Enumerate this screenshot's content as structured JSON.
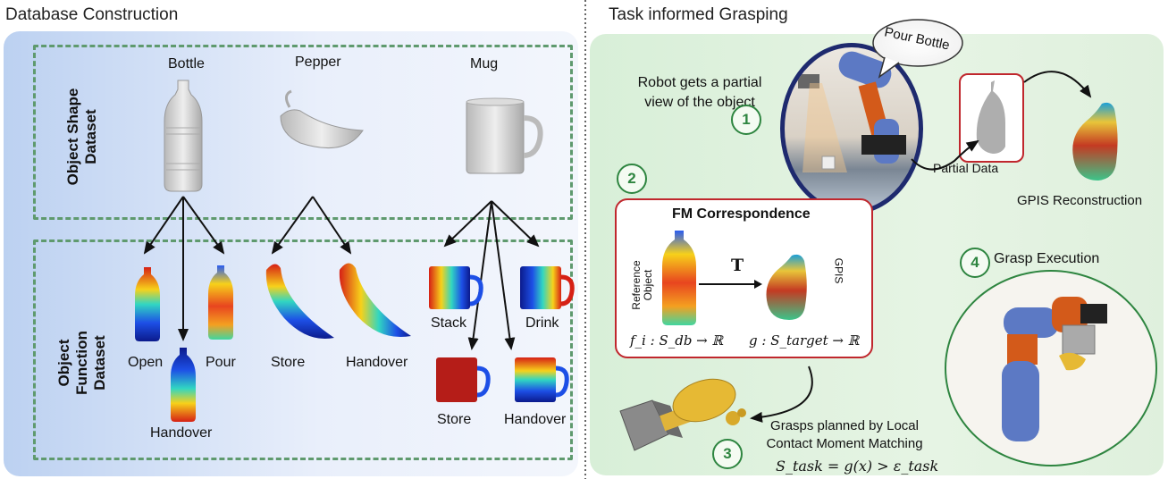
{
  "left": {
    "title": "Database Construction",
    "shape_dataset_label": "Object Shape Dataset",
    "function_dataset_label": "Object Function Dataset",
    "objects": {
      "bottle": "Bottle",
      "pepper": "Pepper",
      "mug": "Mug"
    },
    "functions": {
      "bottle_open": "Open",
      "bottle_pour": "Pour",
      "bottle_handover": "Handover",
      "pepper_store": "Store",
      "pepper_handover": "Handover",
      "mug_stack": "Stack",
      "mug_drink": "Drink",
      "mug_store": "Store",
      "mug_handover": "Handover"
    }
  },
  "right": {
    "title": "Task informed Grasping",
    "robot_text": "Robot gets a partial view of the object",
    "speech_bubble": "Pour Bottle",
    "partial_data": "Partial Data",
    "gpis_reconstruction": "GPIS Reconstruction",
    "fm_title": "FM Correspondence",
    "reference_object": "Reference Object",
    "gpis": "GPIS",
    "transform_symbol": "T",
    "f_eq": "f_i : S_db → ℝ",
    "g_eq": "g : S_target → ℝ",
    "grasp_execution": "Grasp Execution",
    "grasps_planned": "Grasps planned by Local Contact Moment Matching",
    "task_eq": "S_task = g(x) > ε_task",
    "steps": {
      "s1": "1",
      "s2": "2",
      "s3": "3",
      "s4": "4"
    }
  },
  "colors": {
    "dashed_border": "#5f9a6e",
    "fm_border": "#c0272d",
    "step_circle": "#2e8540",
    "robot_ellipse": "#1e2a6e"
  }
}
